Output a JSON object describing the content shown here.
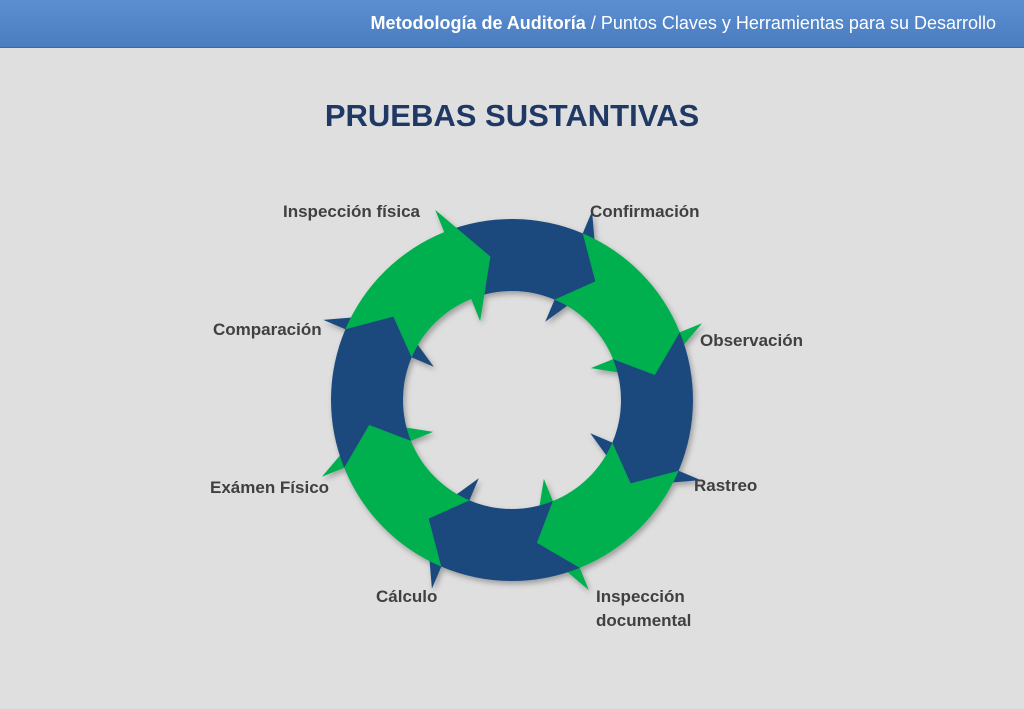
{
  "header": {
    "title_bold": "Metodología de Auditoría",
    "separator": " / ",
    "subtitle": "Puntos Claves y Herramientas para su Desarrollo"
  },
  "page_title": "PRUEBAS SUSTANTIVAS",
  "colors": {
    "header_blue": "#4f81c6",
    "title_navy": "#1f3864",
    "arrow_green": "#00b050",
    "arrow_blue": "#1f497d",
    "background": "#dfdfdf"
  },
  "cycle": {
    "steps": [
      {
        "label": "Confirmación",
        "color": "blue"
      },
      {
        "label": "Observación",
        "color": "green"
      },
      {
        "label": "Rastreo",
        "color": "blue"
      },
      {
        "label": "Inspección documental",
        "color": "green"
      },
      {
        "label": "Cálculo",
        "color": "blue"
      },
      {
        "label": "Exámen Físico",
        "color": "green"
      },
      {
        "label": "Comparación",
        "color": "blue"
      },
      {
        "label": "Inspección física",
        "color": "green"
      }
    ]
  }
}
